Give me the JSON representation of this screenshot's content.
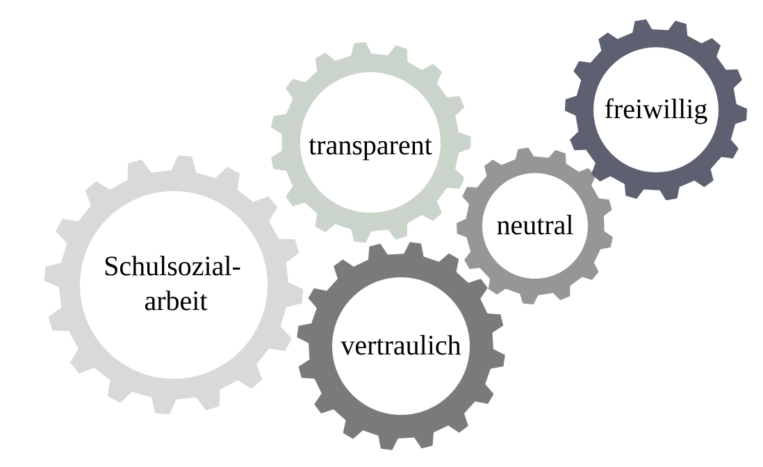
{
  "gears": [
    {
      "id": "schulsozialarbeit",
      "lines": [
        "Schulsozial-",
        "arbeit"
      ],
      "color": "#d9d9d9"
    },
    {
      "id": "transparent",
      "lines": [
        "transparent"
      ],
      "color": "#cbd4cb"
    },
    {
      "id": "vertraulich",
      "lines": [
        "vertraulich"
      ],
      "color": "#7a7a7a"
    },
    {
      "id": "neutral",
      "lines": [
        "neutral"
      ],
      "color": "#969696"
    },
    {
      "id": "freiwillig",
      "lines": [
        "freiwillig"
      ],
      "color": "#5c6070"
    }
  ]
}
